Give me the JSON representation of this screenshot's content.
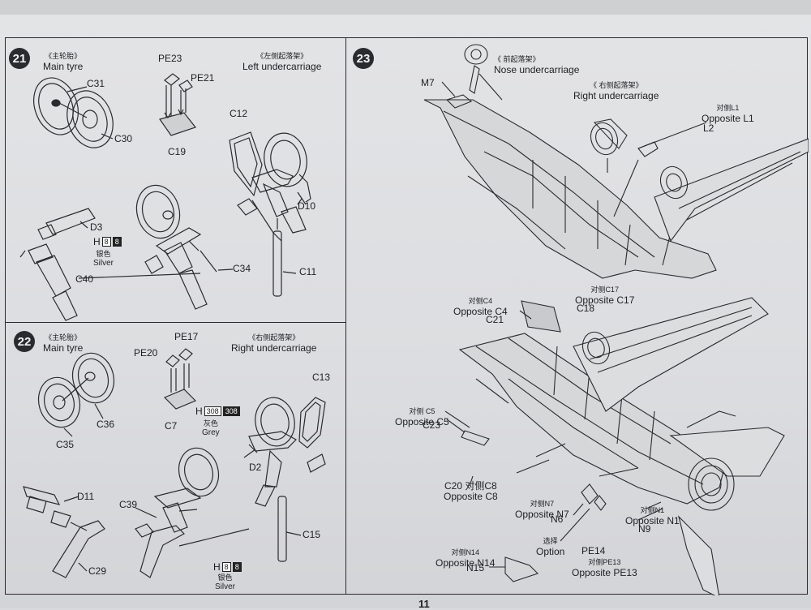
{
  "page_number": "11",
  "steps": {
    "s21": {
      "number": "21",
      "main_tyre_cn": "《主轮胎》",
      "main_tyre": "Main tyre",
      "sub_cn": "《左侧起落架》",
      "sub": "Left undercarriage",
      "parts": {
        "pe23": "PE23",
        "pe21": "PE21",
        "c31": "C31",
        "c30": "C30",
        "c19": "C19",
        "c12": "C12",
        "d3": "D3",
        "d10": "D10",
        "c34": "C34",
        "c40": "C40",
        "c11": "C11"
      },
      "color": {
        "h": "H",
        "code": "8",
        "code_dark": "8",
        "cn": "银色",
        "name": "Silver"
      }
    },
    "s22": {
      "number": "22",
      "main_tyre_cn": "《主轮胎》",
      "main_tyre": "Main tyre",
      "sub_cn": "《右侧起落架》",
      "sub": "Right undercarriage",
      "parts": {
        "pe17": "PE17",
        "pe20": "PE20",
        "c7": "C7",
        "c13": "C13",
        "c36": "C36",
        "c35": "C35",
        "d2": "D2",
        "d11": "D11",
        "c39": "C39",
        "c15": "C15",
        "c29": "C29"
      },
      "color_top": {
        "h": "H",
        "code": "308",
        "code_dark": "308",
        "cn": "灰色",
        "name": "Grey"
      },
      "color_bottom": {
        "h": "H",
        "code": "8",
        "code_dark": "8",
        "cn": "银色",
        "name": "Silver"
      }
    },
    "s23": {
      "number": "23",
      "nose_cn": "《 前起落架》",
      "nose": "Nose undercarriage",
      "right_cn": "《 右侧起落架》",
      "right": "Right undercarriage",
      "parts": {
        "m7": "M7",
        "opp_l1_cn": "对侧L1",
        "opp_l1": "Opposite L1",
        "l2": "L2",
        "opp_c4_cn": "对侧C4",
        "opp_c4": "Opposite C4",
        "opp_c17_cn": "对侧C17",
        "opp_c17": "Opposite C17",
        "c18": "C18",
        "c21": "C21",
        "opp_c5_cn": "对侧 C5",
        "opp_c5": "Opposite C5",
        "c23": "C23",
        "c20_cn": "C20 对侧C8",
        "opp_c8": "Opposite C8",
        "opp_n7_cn": "对侧N7",
        "opp_n7": "Opposite N7",
        "n6": "N6",
        "opp_n1_cn": "对侧N1",
        "opp_n1": "Opposite N1",
        "n9": "N9",
        "option_cn": "选择",
        "option": "Option",
        "pe14": "PE14",
        "opp_pe13_cn": "对侧PE13",
        "opp_pe13": "Opposite PE13",
        "opp_n14_cn": "对侧N14",
        "opp_n14": "Opposite N14",
        "n15": "N15"
      }
    }
  }
}
